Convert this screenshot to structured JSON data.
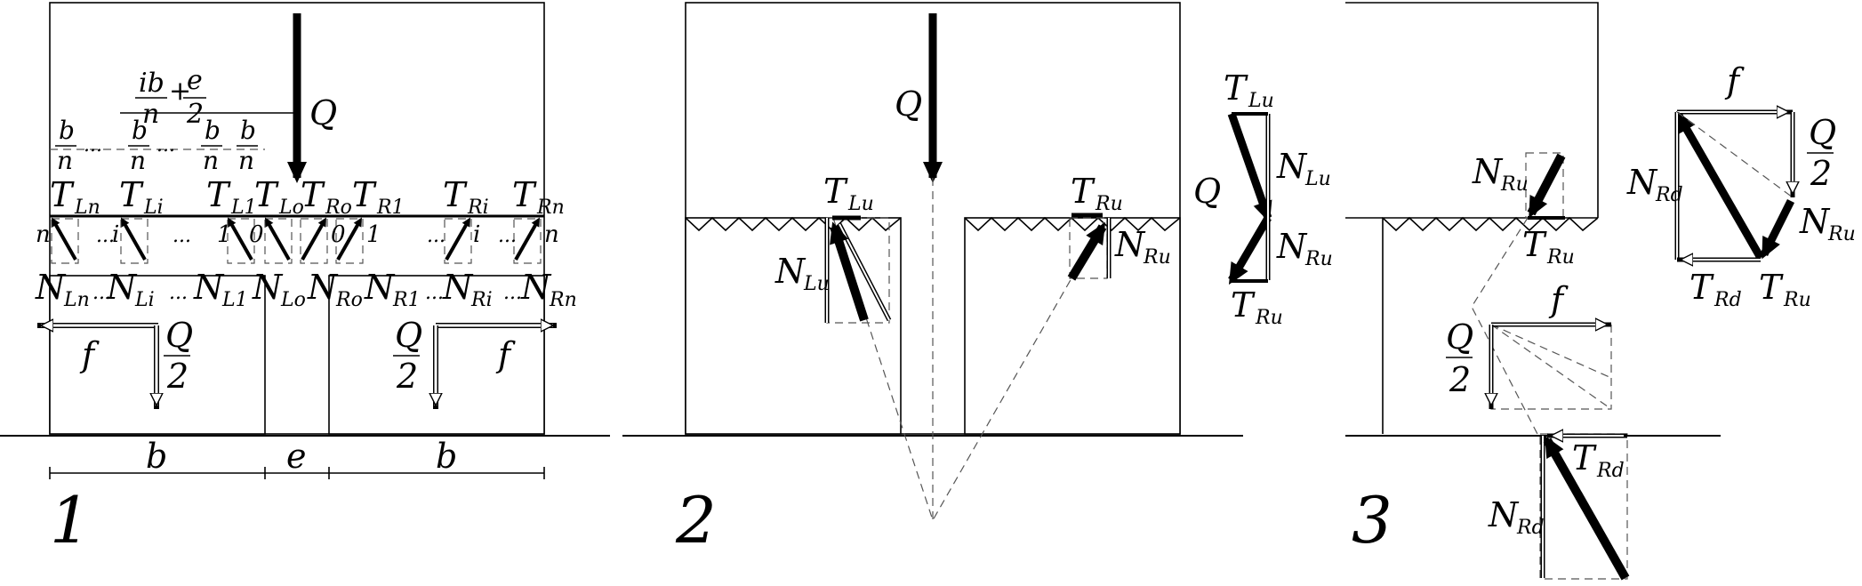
{
  "panels": {
    "p1": {
      "number": "1",
      "load": "Q",
      "offset_num": "ib",
      "offset_den": "n",
      "offset_plus": "+",
      "offset_e": "e",
      "offset_two": "2",
      "b_frac_num": "b",
      "b_frac_den": "n",
      "ellipsis": "...",
      "T": "T",
      "N": "N",
      "sub_Ln": "Ln",
      "sub_Li": "Li",
      "sub_L1": "L1",
      "sub_Lo": "Lo",
      "sub_Ro": "Ro",
      "sub_R1": "R1",
      "sub_Ri": "Ri",
      "sub_Rn": "Rn",
      "idx_n": "n",
      "idx_i": "i",
      "idx_1": "1",
      "idx_0": "0",
      "friction": "f",
      "half_load_num": "Q",
      "half_load_den": "2",
      "dim_b": "b",
      "dim_e": "e"
    },
    "p2": {
      "number": "2",
      "load": "Q",
      "T": "T",
      "N": "N",
      "sub_Lu": "Lu",
      "sub_Ru": "Ru"
    },
    "p3": {
      "number": "3",
      "T": "T",
      "N": "N",
      "sub_Ru": "Ru",
      "sub_Rd": "Rd",
      "friction": "f",
      "half_load_num": "Q",
      "half_load_den": "2"
    }
  }
}
